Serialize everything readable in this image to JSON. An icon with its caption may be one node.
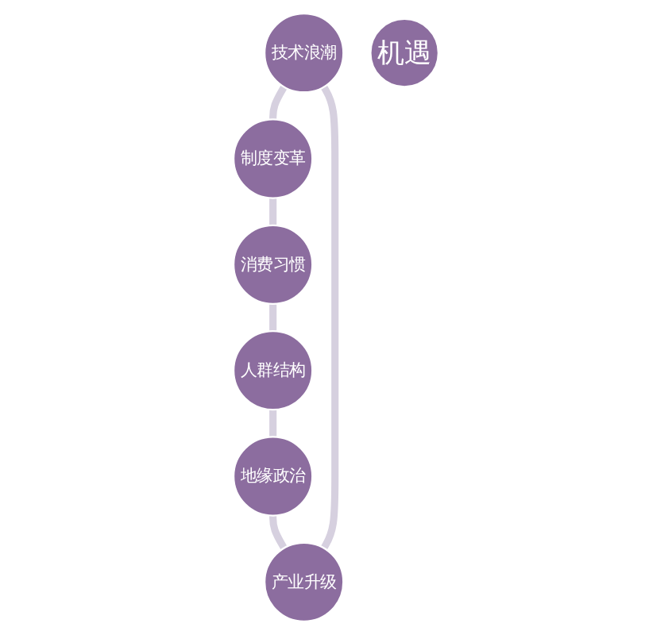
{
  "diagram": {
    "nodes": [
      {
        "text": [
          "技术浪潮"
        ]
      },
      {
        "text": [
          "产业升级"
        ]
      },
      {
        "text": [
          "制度变革"
        ]
      },
      {
        "text": [
          "机遇"
        ]
      },
      {
        "text": [
          "地缘政治"
        ]
      },
      {
        "text": [
          "消费习惯"
        ]
      },
      {
        "text": [
          "人群结构"
        ]
      }
    ],
    "edges": [
      {
        "from": 0,
        "to": 2,
        "arrow": "none"
      },
      {
        "from": 2,
        "to": 5,
        "arrow": "none"
      },
      {
        "from": 5,
        "to": 6,
        "arrow": "none"
      },
      {
        "from": 6,
        "to": 4,
        "arrow": "none"
      },
      {
        "from": 4,
        "to": 1,
        "arrow": "none"
      },
      {
        "from": 1,
        "to": 0,
        "arrow": "none"
      }
    ]
  }
}
